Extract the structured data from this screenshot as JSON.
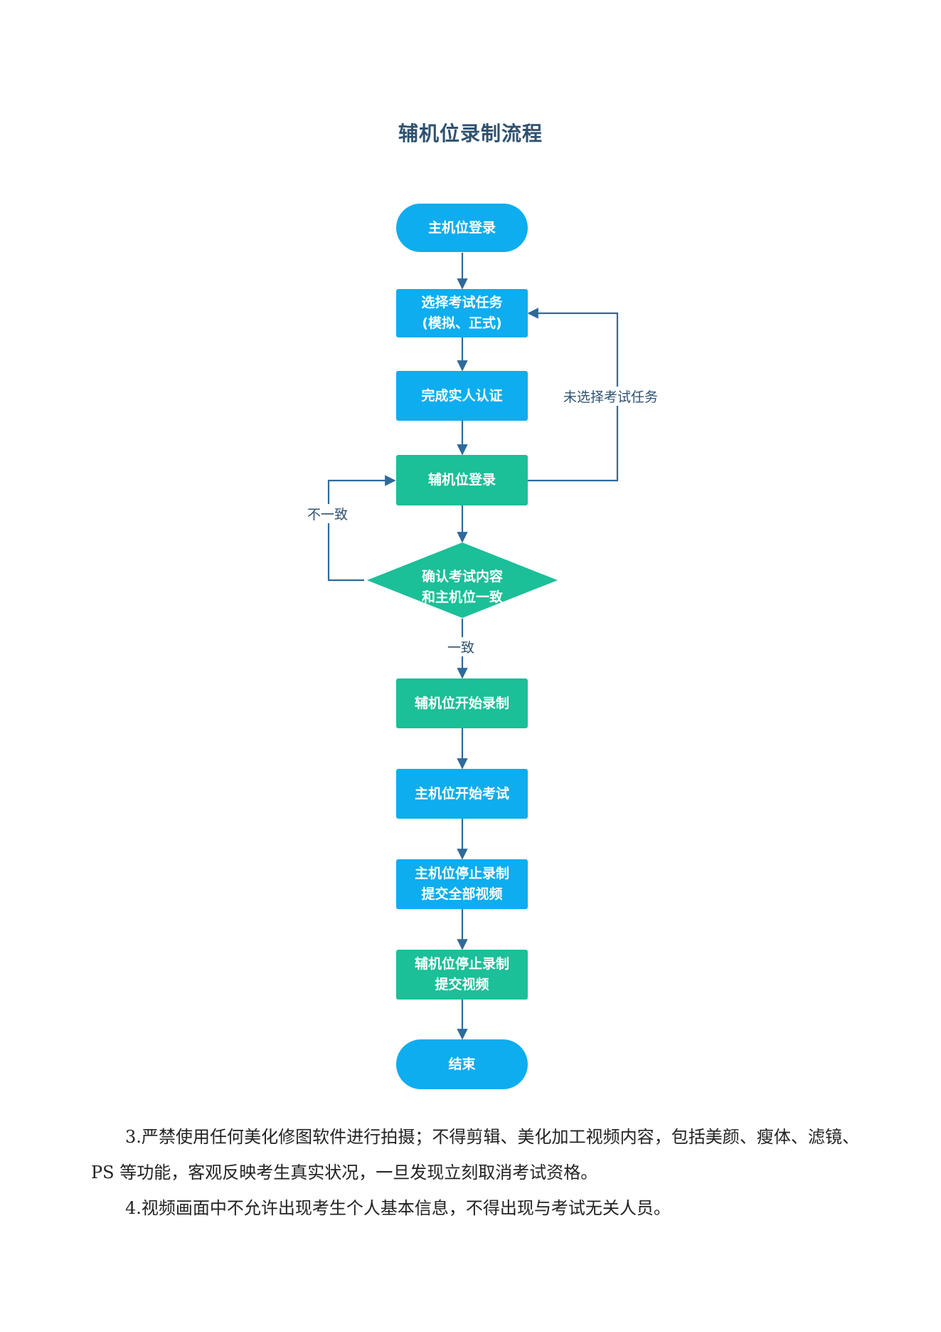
{
  "document": {
    "title": "辅机位录制流程"
  },
  "flowchart": {
    "nodes": {
      "start": {
        "lines": [
          "主机位登录"
        ]
      },
      "select_task": {
        "lines": [
          "选择考试任务",
          "(模拟、正式)"
        ]
      },
      "verify_identity": {
        "lines": [
          "完成实人认证"
        ]
      },
      "aux_login": {
        "lines": [
          "辅机位登录"
        ]
      },
      "confirm": {
        "lines": [
          "确认考试内容",
          "和主机位一致"
        ]
      },
      "aux_start_record": {
        "lines": [
          "辅机位开始录制"
        ]
      },
      "main_start_exam": {
        "lines": [
          "主机位开始考试"
        ]
      },
      "main_stop": {
        "lines": [
          "主机位停止录制",
          "提交全部视频"
        ]
      },
      "aux_stop": {
        "lines": [
          "辅机位停止录制",
          "提交视频"
        ]
      },
      "end": {
        "lines": [
          "结束"
        ]
      }
    },
    "edge_labels": {
      "no_task": "未选择考试任务",
      "mismatch": "不一致",
      "match": "一致"
    },
    "colors": {
      "blue": "#0dadef",
      "green": "#1bbf98",
      "connector": "#2f6a9a",
      "label": "#2f5270"
    }
  },
  "rules": {
    "rule3": "3.严禁使用任何美化修图软件进行拍摄；不得剪辑、美化加工视频内容，包括美颜、瘦体、滤镜、PS 等功能，客观反映考生真实状况，一旦发现立刻取消考试资格。",
    "rule4": "4.视频画面中不允许出现考生个人基本信息，不得出现与考试无关人员。"
  }
}
